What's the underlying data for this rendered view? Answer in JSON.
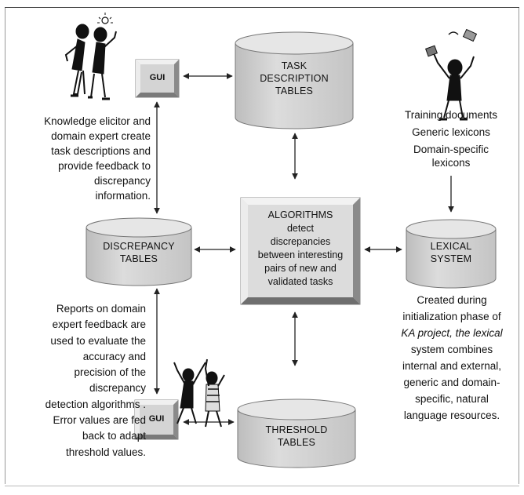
{
  "nodes": {
    "task_tables": {
      "line1": "TASK",
      "line2": "DESCRIPTION",
      "line3": "TABLES"
    },
    "discrepancy_tables": {
      "line1": "DISCREPANCY",
      "line2": "TABLES"
    },
    "threshold_tables": {
      "line1": "THRESHOLD",
      "line2": "TABLES"
    },
    "lexical_system": {
      "line1": "LEXICAL",
      "line2": "SYSTEM"
    },
    "gui_top": {
      "label": "GUI"
    },
    "gui_bottom": {
      "label": "GUI"
    },
    "algorithms": {
      "line1": "ALGORITHMS",
      "line2": "detect",
      "line3": "discrepancies",
      "line4": "between interesting",
      "line5": "pairs of new and",
      "line6": "validated tasks"
    }
  },
  "texts": {
    "top_left": [
      "Knowledge elicitor and",
      "domain expert create",
      "task descriptions and",
      "provide feedback to",
      "discrepancy",
      "information."
    ],
    "bottom_left": [
      "Reports on domain",
      "expert feedback are",
      "used to evaluate the",
      "accuracy and",
      "precision of the",
      "discrepancy",
      "detection algorithms .",
      "Error values are fed",
      "back to adapt",
      "threshold values."
    ],
    "top_right": [
      "Training documents",
      "Generic lexicons",
      "Domain-specific",
      "lexicons"
    ],
    "bottom_right": [
      "Created during",
      "initialization phase of",
      "KA project, the lexical",
      "system combines",
      "internal and external,",
      "generic and domain-",
      "specific, natural",
      "language resources."
    ]
  },
  "colors": {
    "box_fill": "#d4d4d4",
    "box_dark": "#8a8a8a",
    "box_light": "#f2f2f2",
    "arrow": "#222222"
  }
}
